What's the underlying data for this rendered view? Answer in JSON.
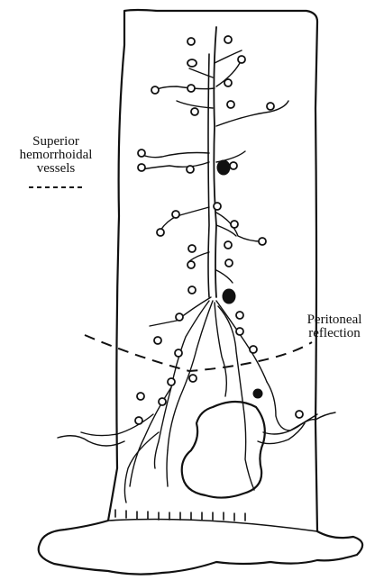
{
  "labels": {
    "superior_hemorrhoidal": {
      "line1": "Superior",
      "line2": "hemorrhoidal",
      "line3": "vessels"
    },
    "peritoneal_reflection": {
      "line1": "Peritoneal",
      "line2": "reflection"
    }
  },
  "colors": {
    "ink": "#111111",
    "paper": "#ffffff"
  }
}
